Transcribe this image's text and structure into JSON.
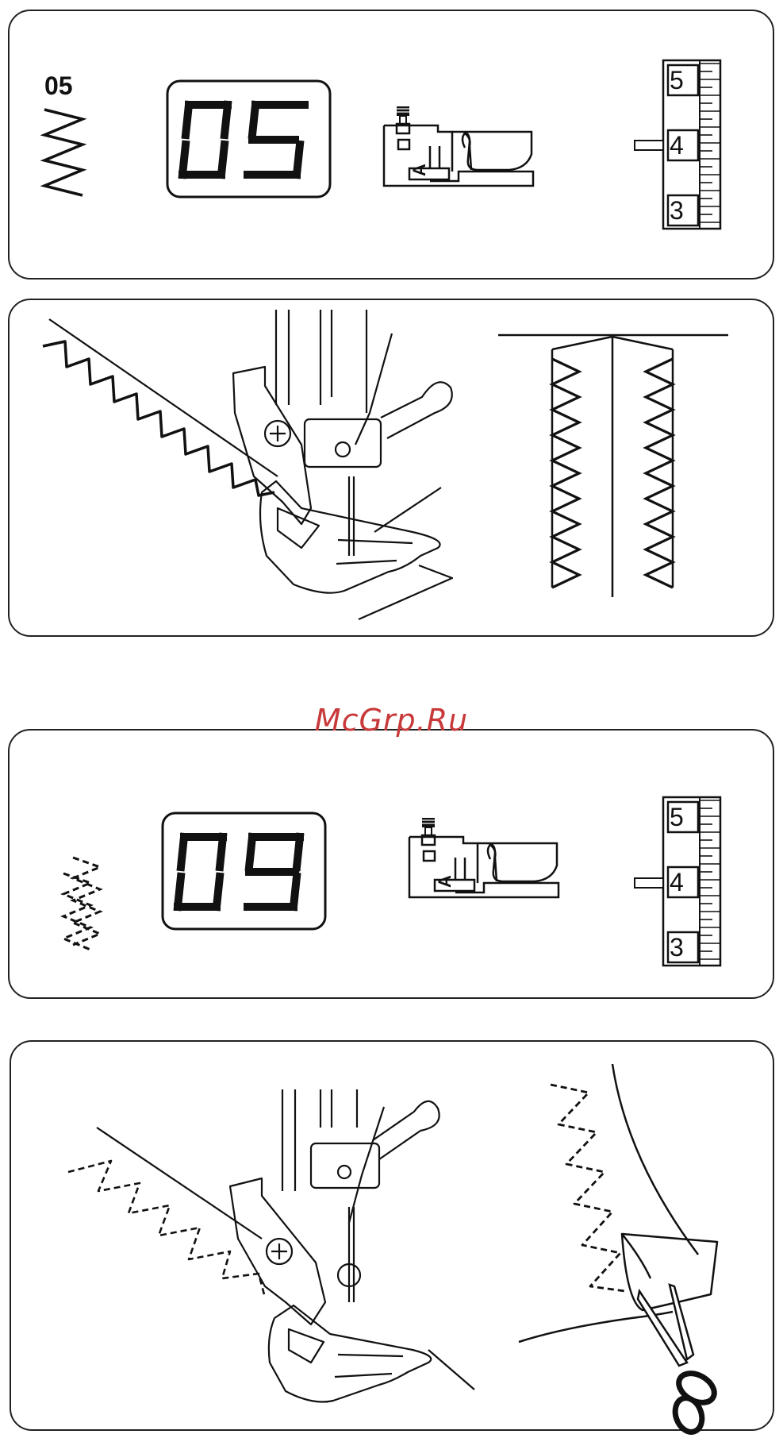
{
  "panels": [
    {
      "pattern_number": "05",
      "display_digits": "05",
      "presser_foot": "A",
      "dial": {
        "marks": [
          "5",
          "4",
          "3"
        ],
        "setting": "4"
      }
    },
    {
      "pattern_number": "",
      "display_digits": "09",
      "presser_foot": "A",
      "dial": {
        "marks": [
          "5",
          "4",
          "3"
        ],
        "setting": "4"
      }
    }
  ],
  "watermark": "McGrp.Ru",
  "colors": {
    "line": "#111111",
    "watermark": "#c8393a",
    "background": "#ffffff"
  }
}
